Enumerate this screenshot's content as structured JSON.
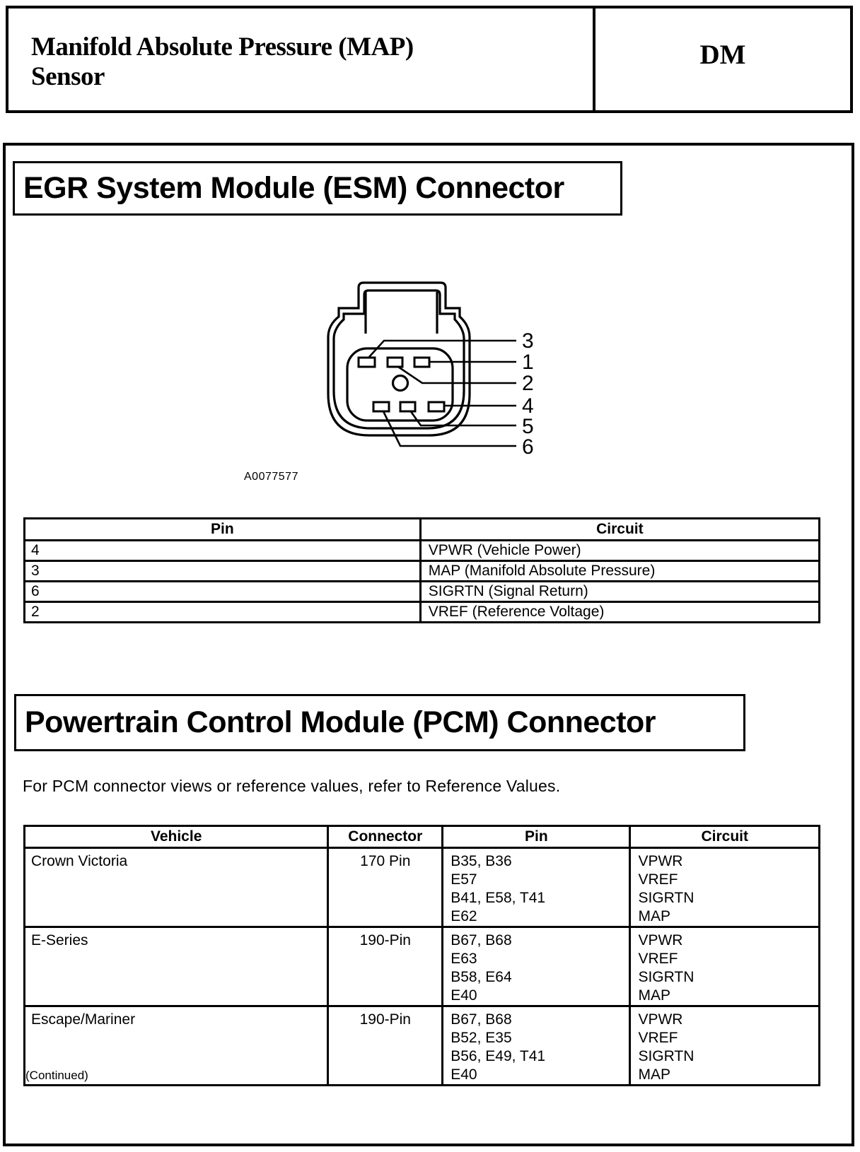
{
  "page_header": {
    "title": "Manifold Absolute Pressure (MAP) Sensor",
    "section_code": "DM"
  },
  "esm_section": {
    "heading": "EGR System Module (ESM) Connector",
    "figure_id": "A0077577",
    "diagram": {
      "pin_labels": [
        "3",
        "1",
        "2",
        "4",
        "5",
        "6"
      ]
    },
    "pin_table": {
      "headers": [
        "Pin",
        "Circuit"
      ],
      "rows": [
        {
          "pin": "4",
          "circuit": "VPWR (Vehicle Power)"
        },
        {
          "pin": "3",
          "circuit": "MAP (Manifold Absolute Pressure)"
        },
        {
          "pin": "6",
          "circuit": "SIGRTN (Signal Return)"
        },
        {
          "pin": "2",
          "circuit": "VREF (Reference Voltage)"
        }
      ]
    }
  },
  "pcm_section": {
    "heading": "Powertrain Control Module (PCM) Connector",
    "intro_text": "For PCM connector views or reference values, refer to Reference Values.",
    "vehicle_table": {
      "headers": [
        "Vehicle",
        "Connector",
        "Pin",
        "Circuit"
      ],
      "rows": [
        {
          "vehicle": "Crown Victoria",
          "connector": "170 Pin",
          "pins": [
            "B35, B36",
            "E57",
            "B41, E58, T41",
            "E62"
          ],
          "circuits": [
            "VPWR",
            "VREF",
            "SIGRTN",
            "MAP"
          ]
        },
        {
          "vehicle": "E-Series",
          "connector": "190-Pin",
          "pins": [
            "B67, B68",
            "E63",
            "B58, E64",
            "E40"
          ],
          "circuits": [
            "VPWR",
            "VREF",
            "SIGRTN",
            "MAP"
          ]
        },
        {
          "vehicle": "Escape/Mariner",
          "connector": "190-Pin",
          "pins": [
            "B67, B68",
            "B52, E35",
            "B56, E49, T41",
            "E40"
          ],
          "circuits": [
            "VPWR",
            "VREF",
            "SIGRTN",
            "MAP"
          ]
        }
      ]
    },
    "continued_note": "(Continued)"
  }
}
